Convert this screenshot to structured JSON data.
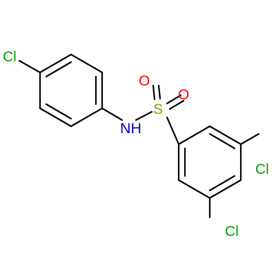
{
  "molecule": {
    "colors": {
      "bond": "#000000",
      "chlorine": "#00a000",
      "oxygen": "#ff0000",
      "sulfur": "#9a9a00",
      "nitrogen": "#0000c0"
    },
    "atoms": {
      "cl_top": "Cl",
      "o_upper": "O",
      "o_right": "O",
      "s": "S",
      "nh": "NH",
      "cl_right": "Cl",
      "cl_bottom": "Cl"
    }
  }
}
